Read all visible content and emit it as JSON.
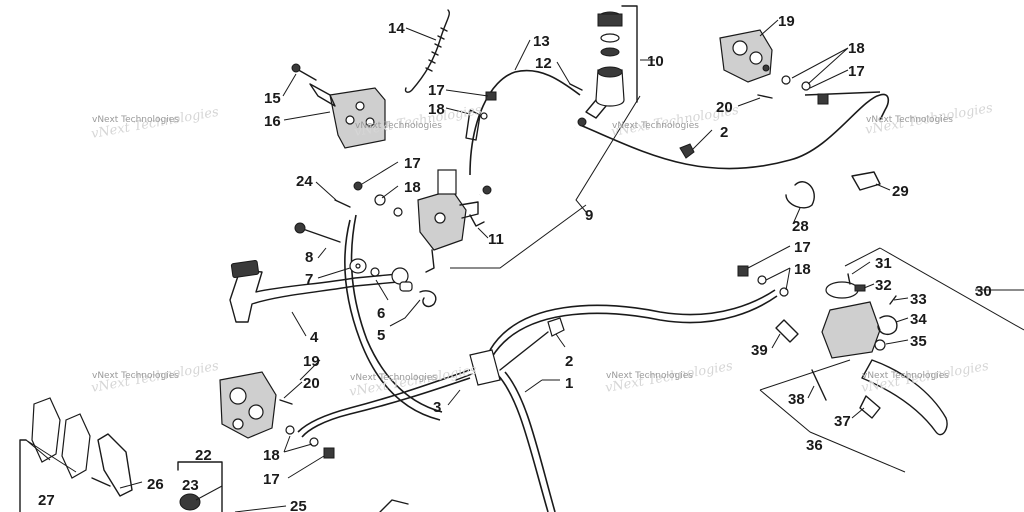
{
  "diagram": {
    "watermark": "vNext Technologies",
    "callouts": [
      "1",
      "2",
      "2",
      "3",
      "4",
      "5",
      "6",
      "7",
      "8",
      "9",
      "10",
      "11",
      "12",
      "13",
      "14",
      "15",
      "16",
      "17",
      "17",
      "17",
      "17",
      "17",
      "18",
      "18",
      "18",
      "18",
      "18",
      "19",
      "19",
      "20",
      "20",
      "22",
      "23",
      "24",
      "25",
      "26",
      "27",
      "28",
      "29",
      "30",
      "31",
      "32",
      "33",
      "34",
      "35",
      "36",
      "37",
      "38",
      "39"
    ],
    "colors": {
      "line": "#1a1a1a",
      "watermark": "#9a9a9a",
      "background": "#ffffff"
    }
  }
}
